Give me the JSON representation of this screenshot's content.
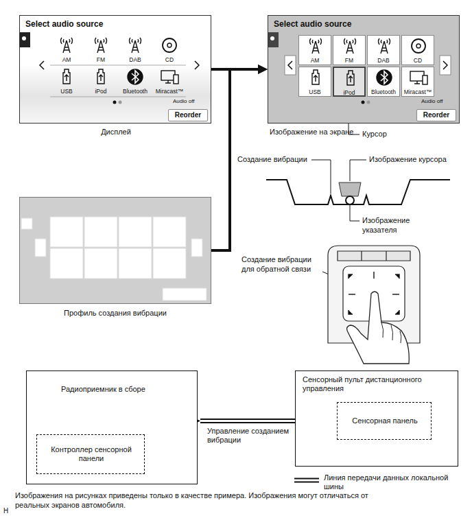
{
  "diagram": {
    "nodes": [
      {
        "text": [
          "Select audio source",
          "Дисплей"
        ]
      },
      {
        "text": [
          "AM"
        ],
        "in": 0
      },
      {
        "text": [
          "FM"
        ],
        "in": 0
      },
      {
        "text": [
          "DAB"
        ],
        "in": 0
      },
      {
        "text": [
          "CD"
        ],
        "in": 0
      },
      {
        "text": [
          "USB"
        ],
        "in": 0
      },
      {
        "text": [
          "iPod"
        ],
        "in": 0
      },
      {
        "text": [
          "Bluetooth"
        ],
        "in": 0
      },
      {
        "text": [
          "Miracast™"
        ],
        "in": 0
      },
      {
        "text": [
          "Reorder"
        ],
        "in": 0
      },
      {
        "text": [
          "Select audio source",
          "Изображение на экране"
        ]
      },
      {
        "text": [
          "AM"
        ],
        "in": 10
      },
      {
        "text": [
          "FM"
        ],
        "in": 10
      },
      {
        "text": [
          "DAB"
        ],
        "in": 10
      },
      {
        "text": [
          "CD"
        ],
        "in": 10
      },
      {
        "text": [
          "USB"
        ],
        "in": 10
      },
      {
        "text": [
          "iPod"
        ],
        "in": 10
      },
      {
        "text": [
          "Bluetooth"
        ],
        "in": 10
      },
      {
        "text": [
          "Miracast™"
        ],
        "in": 10
      },
      {
        "text": [
          "Reorder"
        ],
        "in": 10
      },
      {
        "text": [
          "Профиль создания вибрации"
        ]
      },
      {
        "text": [
          "Радиоприемник в сборе"
        ]
      },
      {
        "text": [
          "Контроллер сенсорной панели"
        ],
        "in": 21
      },
      {
        "text": [
          "Сенсорный пульт дистанционного управления"
        ]
      },
      {
        "text": [
          "Сенсорная панель"
        ],
        "in": 23
      }
    ],
    "edges": [
      {
        "from": 0,
        "to": 10,
        "arrow": "to"
      },
      {
        "from": 20,
        "to": 10,
        "arrow": "to"
      },
      {
        "from": 22,
        "to": 24,
        "label": "Управление созданием вибрации",
        "arrow": "to"
      }
    ],
    "labels": [
      "Audio off",
      "Audio off",
      "Курсор",
      "Создание вибрации",
      "Изображение курсора",
      "Изображение указателя",
      "Создание вибрации для обратной связи",
      "H",
      "Изображения на рисунках приведены только в качестве примера. Изображения могут отличаться от реальных экранов автомобиля."
    ],
    "legend": [
      {
        "text": "Линия передачи данных локальной шины"
      }
    ]
  }
}
